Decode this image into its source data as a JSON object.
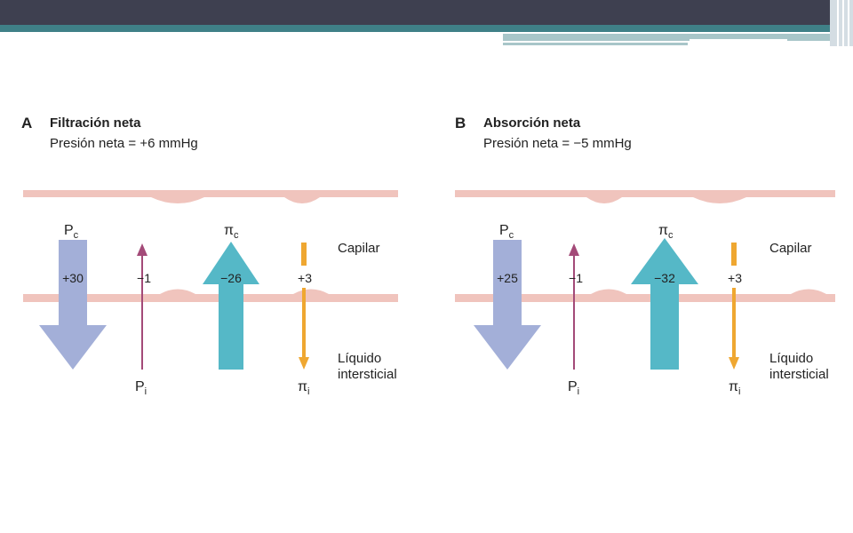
{
  "panels": [
    {
      "letter": "A",
      "title": "Filtración neta",
      "subtitle": "Presión neta = +6 mmHg",
      "pc_value": "+30",
      "pi_value": "−1",
      "pic_value": "−26",
      "pii_value": "+3"
    },
    {
      "letter": "B",
      "title": "Absorción neta",
      "subtitle": "Presión neta = −5 mmHg",
      "pc_value": "+25",
      "pi_value": "−1",
      "pic_value": "−32",
      "pii_value": "+3"
    }
  ],
  "symbols": {
    "pc_main": "P",
    "pc_sub": "c",
    "pi_main": "P",
    "pi_sub": "i",
    "pic_main": "π",
    "pic_sub": "c",
    "pii_main": "π",
    "pii_sub": "i"
  },
  "labels": {
    "capillary": "Capilar",
    "fluid_line1": "Líquido",
    "fluid_line2": "intersticial"
  },
  "colors": {
    "header_bar": "#3e4050",
    "accent": "#3f8087",
    "accent_light": "#a8c6c9",
    "membrane": "#f0c4bd",
    "arrow_pc": "#a3afd8",
    "arrow_pi": "#a34a78",
    "arrow_pic": "#55b8c7",
    "arrow_pii": "#efa731"
  }
}
